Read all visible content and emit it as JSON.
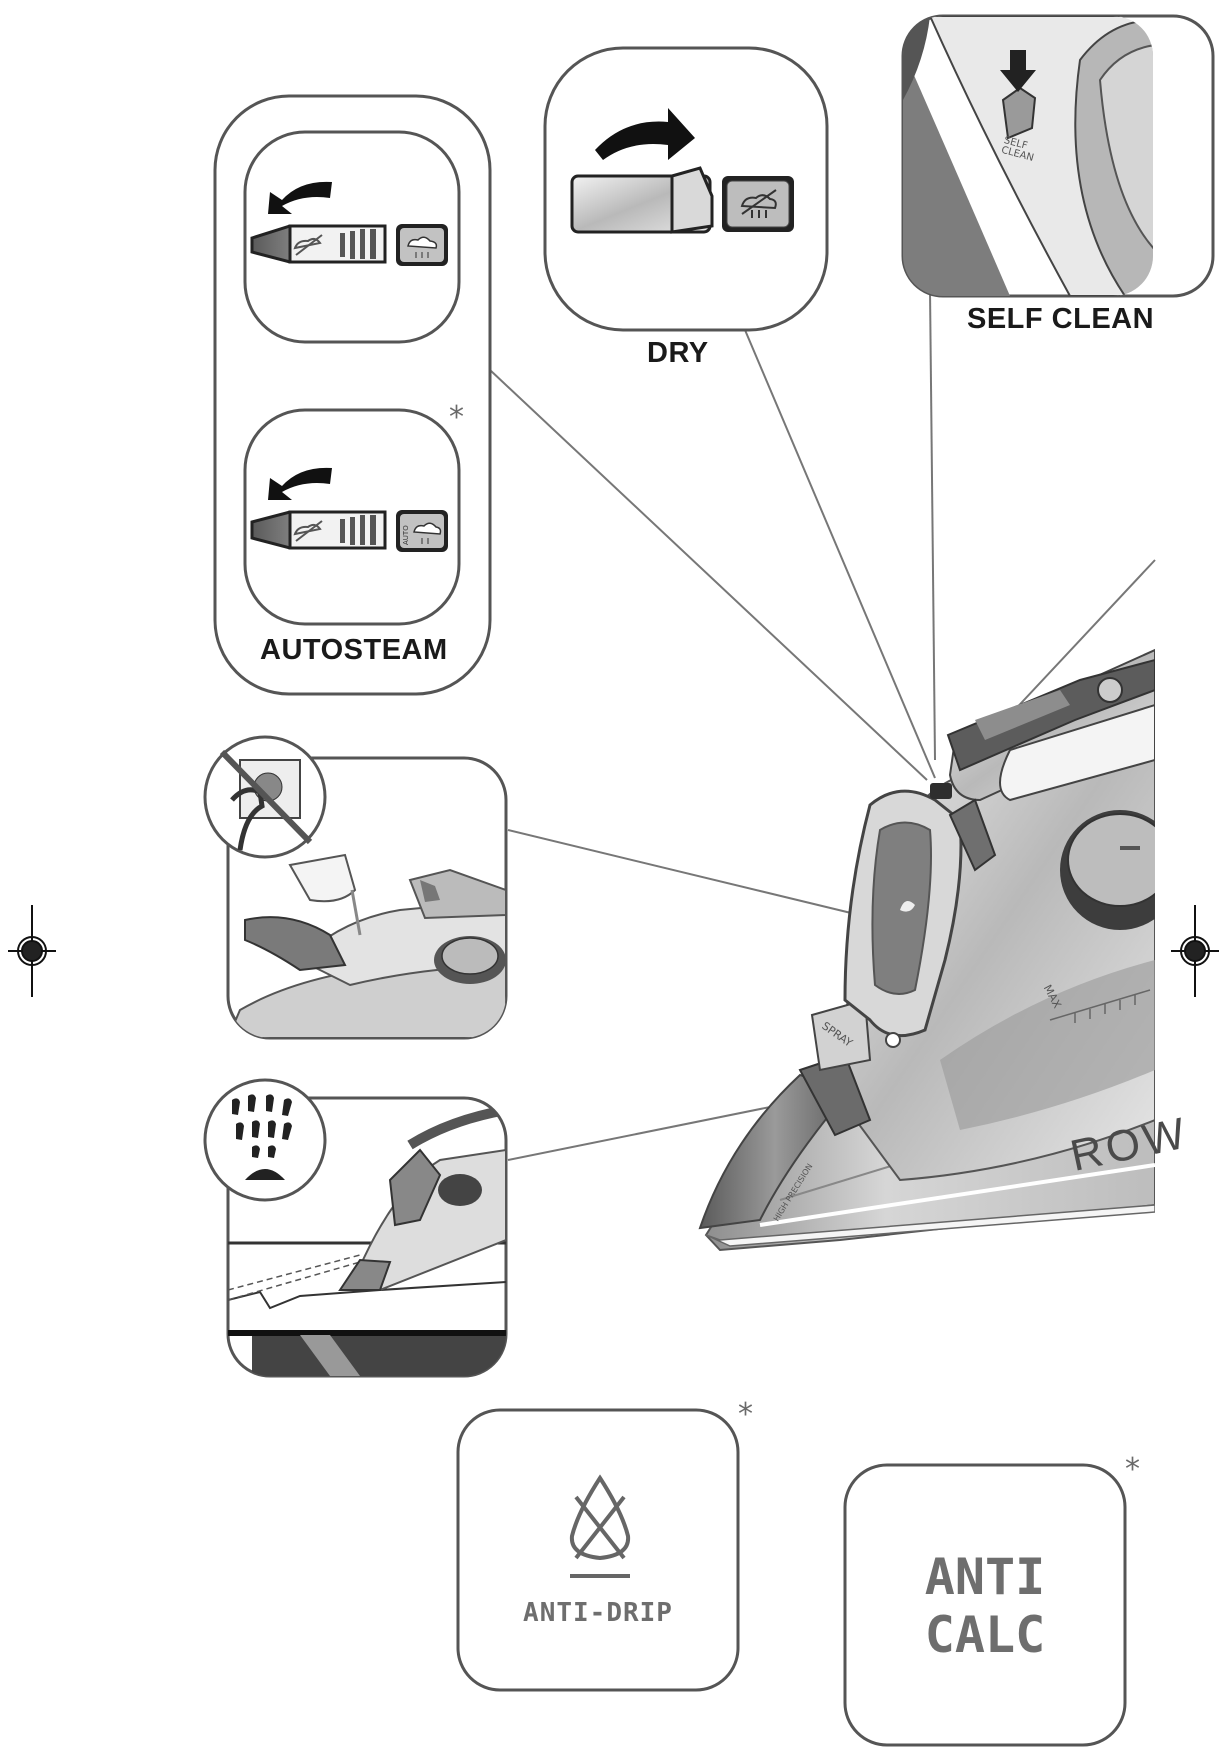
{
  "labels": {
    "self_clean": "SELF CLEAN",
    "dry": "DRY",
    "autosteam": "AUTOSTEAM",
    "anti_drip": "ANTI-DRIP",
    "anti_calc_line1": "ANTI",
    "anti_calc_line2": "CALC",
    "asterisk": "*"
  },
  "iron_markings": {
    "self_clean_button_line1": "SELF",
    "self_clean_button_line2": "CLEAN",
    "spray": "SPRAY",
    "max": "MAX",
    "high_precision": "HIGH PRECISION",
    "brand_partial": "ROW",
    "auto": "AUTO"
  },
  "icons": [
    "steam-off-icon",
    "steam-cloud-icon",
    "water-drop-crossed-icon",
    "no-plug-icon",
    "steam-jets-icon",
    "registration-mark-icon",
    "arrow-icon"
  ]
}
